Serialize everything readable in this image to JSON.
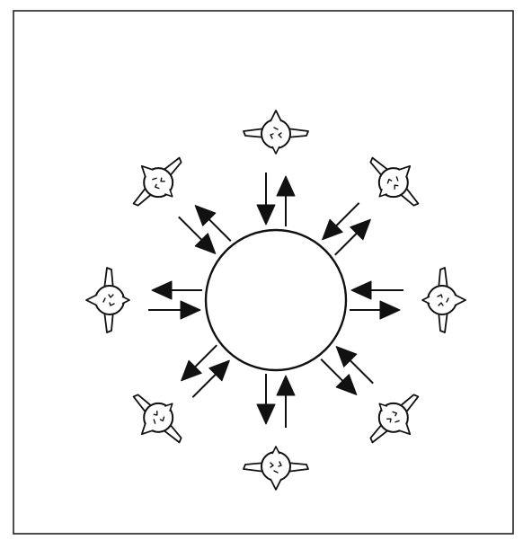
{
  "figure": {
    "description_text": "",
    "colors": {
      "ink": "#111111",
      "paper": "#ffffff",
      "frame": "#222222"
    },
    "central_body": "circle",
    "figure_count": 8,
    "arrow_pairs": 8,
    "figure_icon": "person-topdown-icon"
  }
}
